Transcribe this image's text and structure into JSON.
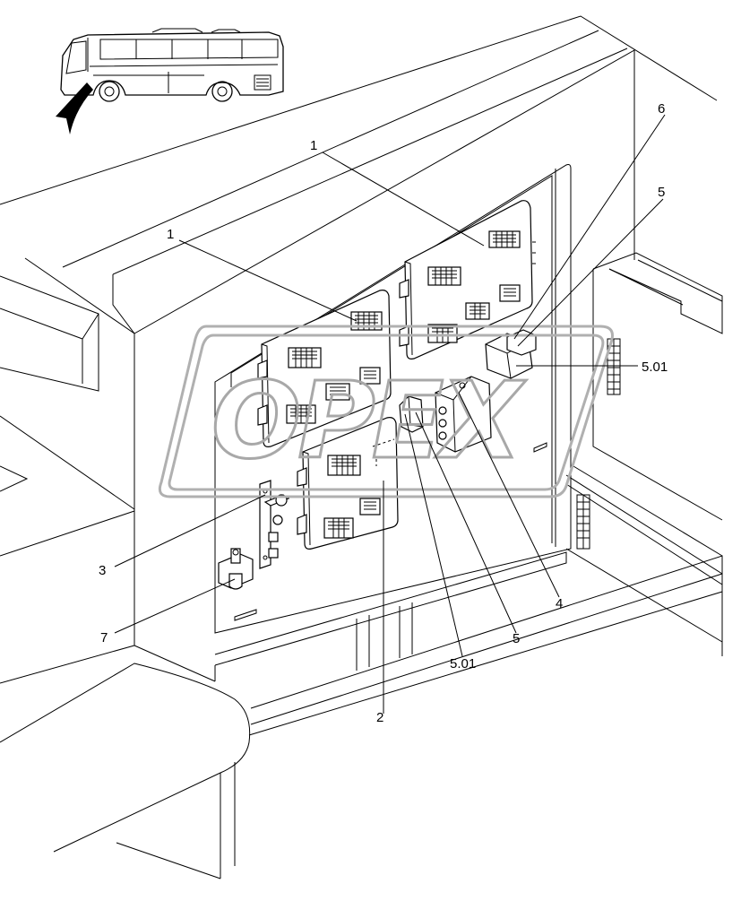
{
  "callouts": {
    "c1a": "1",
    "c1b": "1",
    "c2": "2",
    "c3": "3",
    "c4": "4",
    "c5a": "5",
    "c5b": "5",
    "c501a": "5.01",
    "c501b": "5.01",
    "c6": "6",
    "c7": "7"
  },
  "watermark": {
    "text": "OPEX"
  },
  "icons": {
    "locator": "bus-locator-icon",
    "arrow": "view-direction-arrow-icon"
  }
}
